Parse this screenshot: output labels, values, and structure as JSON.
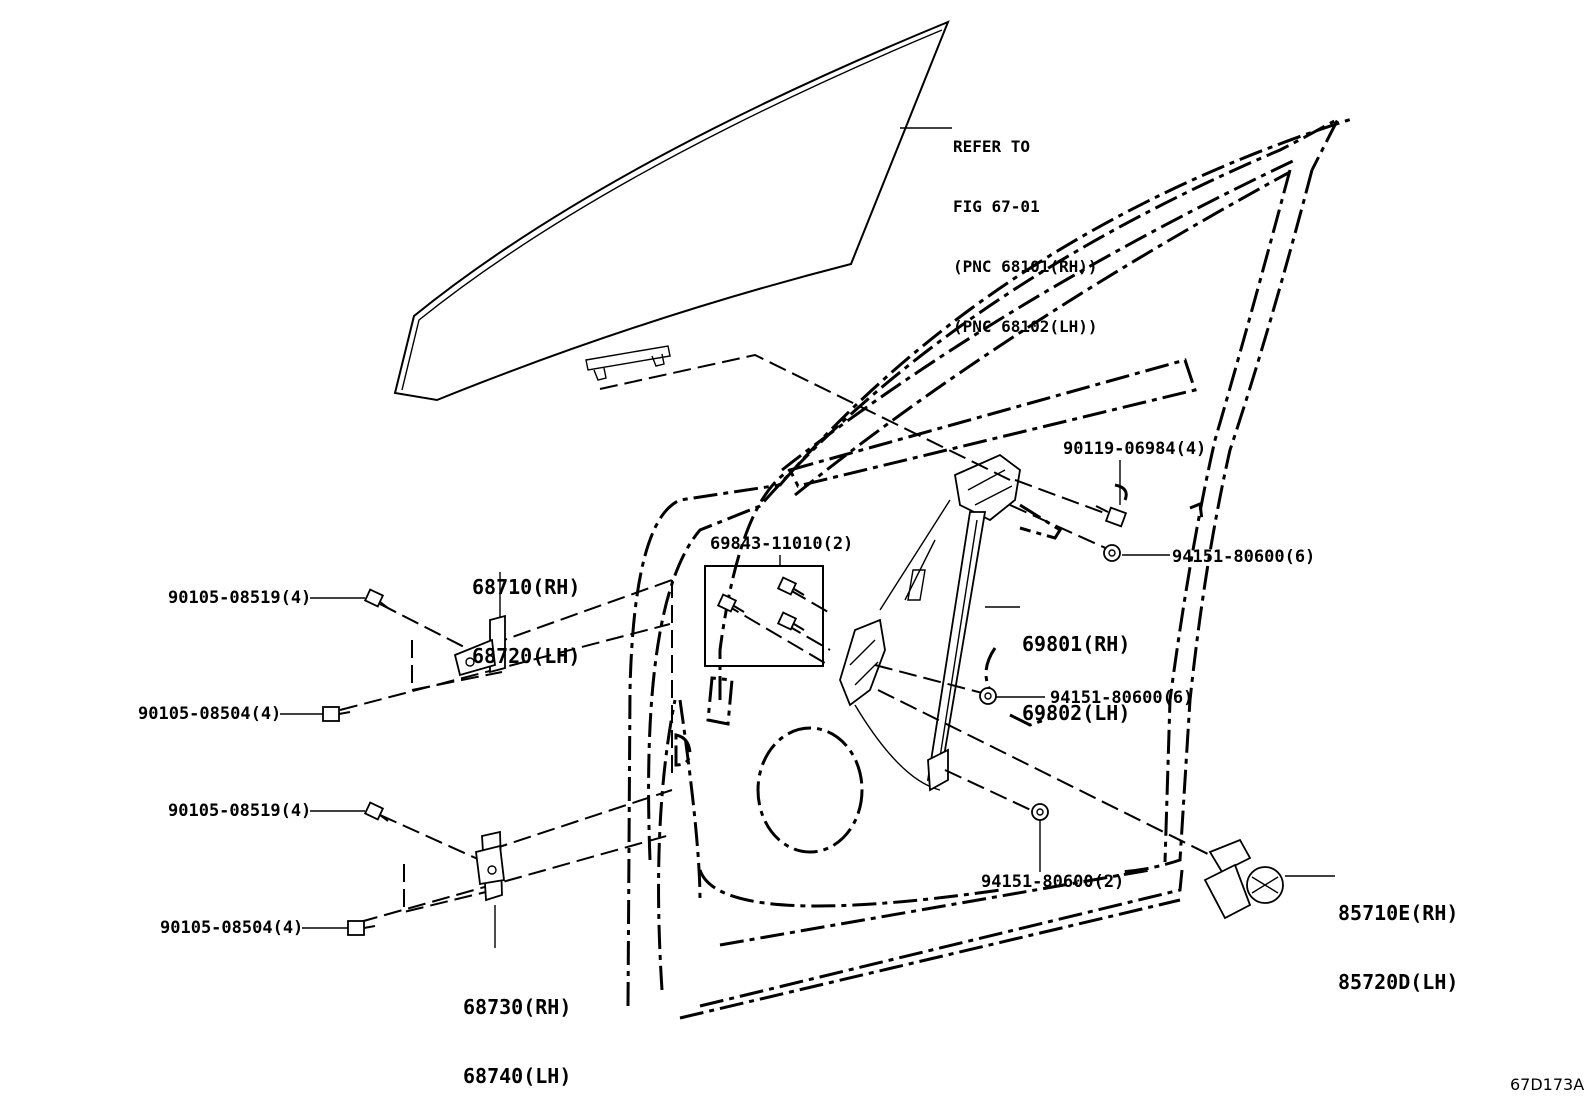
{
  "reference_note": [
    "REFER TO",
    "FIG 67-01",
    "(PNC 68101(RH))",
    "(PNC 68102(LH))"
  ],
  "labels": {
    "p90119": "90119-06984(4)",
    "p94151_6a": "94151-80600(6)",
    "p69801": "69801(RH)",
    "p69802": "69802(LH)",
    "p94151_6b": "94151-80600(6)",
    "p94151_2": "94151-80600(2)",
    "p85710": "85710E(RH)",
    "p85720": "85720D(LH)",
    "p69843": "69843-11010(2)",
    "p68710": "68710(RH)",
    "p68720": "68720(LH)",
    "p90105_519a": "90105-08519(4)",
    "p90105_504a": "90105-08504(4)",
    "p90105_519b": "90105-08519(4)",
    "p90105_504b": "90105-08504(4)",
    "p68730": "68730(RH)",
    "p68740": "68740(LH)"
  },
  "figure_id": "67D173A"
}
